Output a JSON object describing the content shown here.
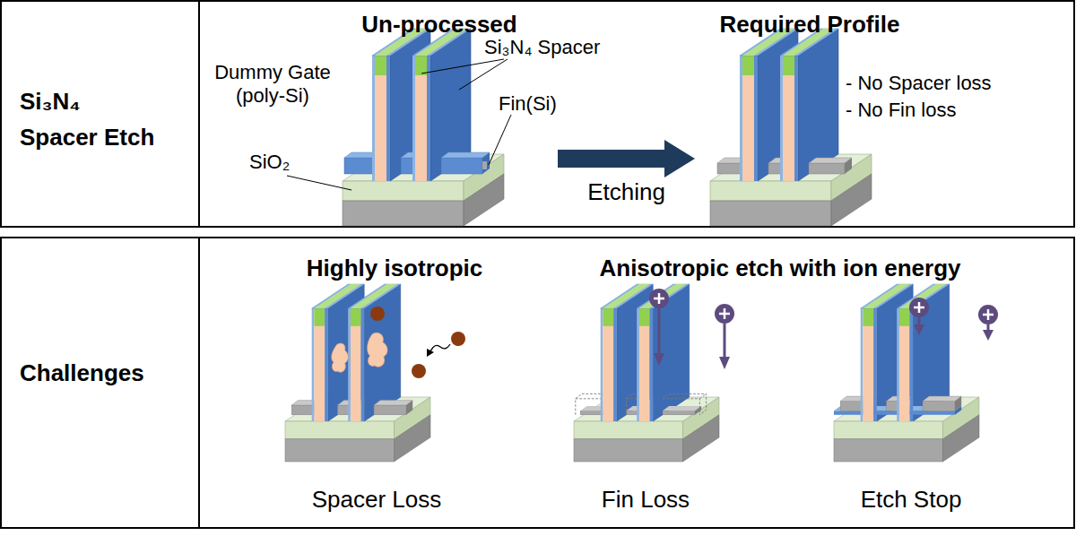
{
  "diagram": {
    "nodes": [
      {
        "text": [
          "Si₃N₄ Spacer Etch"
        ]
      },
      {
        "text": [
          "Un-processed"
        ]
      },
      {
        "text": [
          "Required Profile"
        ]
      },
      {
        "text": [
          "Challenges"
        ]
      },
      {
        "text": [
          "Highly isotropic",
          "Spacer Loss"
        ]
      },
      {
        "text": [
          "Fin Loss"
        ]
      },
      {
        "text": [
          "Etch Stop"
        ]
      }
    ],
    "edges": [
      {
        "from": 1,
        "to": 2,
        "arrow": "to",
        "label": "Etching"
      }
    ],
    "labels": [
      "Dummy Gate (poly-Si)",
      "Si₃N₄ Spacer",
      "Fin(Si)",
      "SiO₂",
      "- No Spacer loss",
      "- No Fin loss",
      "Anisotropic etch with ion energy"
    ]
  }
}
